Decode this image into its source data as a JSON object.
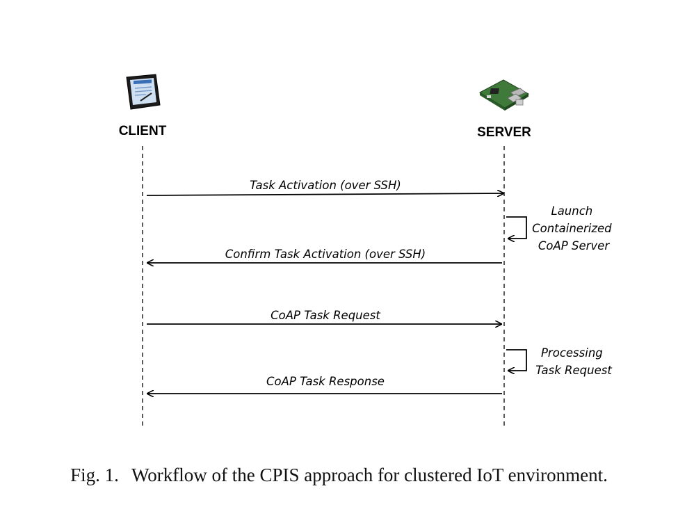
{
  "actors": {
    "client": {
      "label": "CLIENT",
      "icon": "tablet-icon"
    },
    "server": {
      "label": "SERVER",
      "icon": "raspberry-pi-board-icon"
    }
  },
  "messages": [
    {
      "label": "Task Activation (over SSH)",
      "from": "client",
      "to": "server"
    },
    {
      "label": "Confirm Task Activation (over SSH)",
      "from": "server",
      "to": "client"
    },
    {
      "label": "CoAP Task Request",
      "from": "client",
      "to": "server"
    },
    {
      "label": "CoAP Task Response",
      "from": "server",
      "to": "client"
    }
  ],
  "self_notes": [
    {
      "actor": "server",
      "lines": [
        "Launch",
        "Containerized",
        "CoAP Server"
      ]
    },
    {
      "actor": "server",
      "lines": [
        "Processing",
        "Task Request"
      ]
    }
  ],
  "caption": {
    "figure_number": "Fig. 1.",
    "text": "Workflow of the CPIS approach for clustered IoT environment."
  }
}
